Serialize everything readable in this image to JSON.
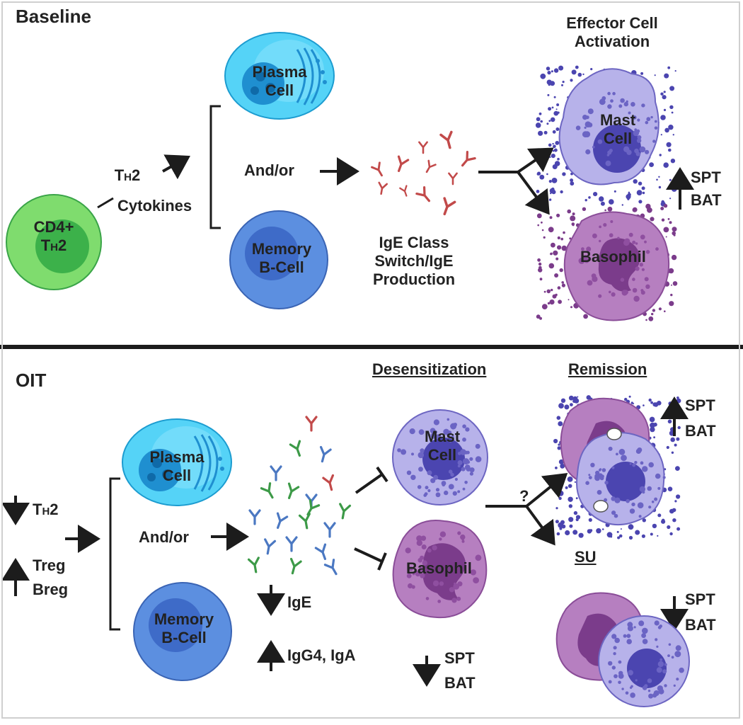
{
  "baseline": {
    "title": "Baseline",
    "effector_title_line1": "Effector Cell",
    "effector_title_line2": "Activation",
    "cd4_line1": "CD4+",
    "th_prefix": "T",
    "th_sub": "H",
    "th_suffix": "2",
    "cytokines": "Cytokines",
    "plasma_line1": "Plasma",
    "plasma_line2": "Cell",
    "memory_line1": "Memory",
    "memory_line2": "B-Cell",
    "andor": "And/or",
    "ige_line1": "IgE Class",
    "ige_line2": "Switch/IgE",
    "ige_line3": "Production",
    "mast_line1": "Mast",
    "mast_line2": "Cell",
    "basophil": "Basophil",
    "spt": "SPT",
    "bat": "BAT"
  },
  "oit": {
    "title": "OIT",
    "desensitization": "Desensitization",
    "remission": "Remission",
    "su": "SU",
    "th_prefix": "T",
    "th_sub": "H",
    "th_suffix": "2",
    "treg": "Treg",
    "breg": "Breg",
    "plasma_line1": "Plasma",
    "plasma_line2": "Cell",
    "memory_line1": "Memory",
    "memory_line2": "B-Cell",
    "andor": "And/or",
    "ige": "IgE",
    "igg4": "IgG4, IgA",
    "mast_line1": "Mast",
    "mast_line2": "Cell",
    "basophil": "Basophil",
    "question": "?",
    "spt": "SPT",
    "bat": "BAT"
  },
  "colors": {
    "green_outer": "#7fdc6e",
    "green_inner": "#3cb14a",
    "plasma_outer": "#55d3f7",
    "plasma_nucleus": "#1f8fd0",
    "memory_outer": "#5c8fe0",
    "memory_inner": "#3e6bc8",
    "mast": "#b7b2ea",
    "mast_nucleus": "#4b45b0",
    "basophil": "#b67fc0",
    "basophil_nucleus": "#7b3c8b",
    "ige_red": "#c24a4a",
    "igg_blue": "#4b78c2",
    "iga_green": "#3d9a48",
    "arrow": "#1c1c1c"
  },
  "icons": [
    "arrow-up-icon",
    "arrow-down-icon",
    "antibody-icon",
    "inhibit-bar-icon"
  ]
}
